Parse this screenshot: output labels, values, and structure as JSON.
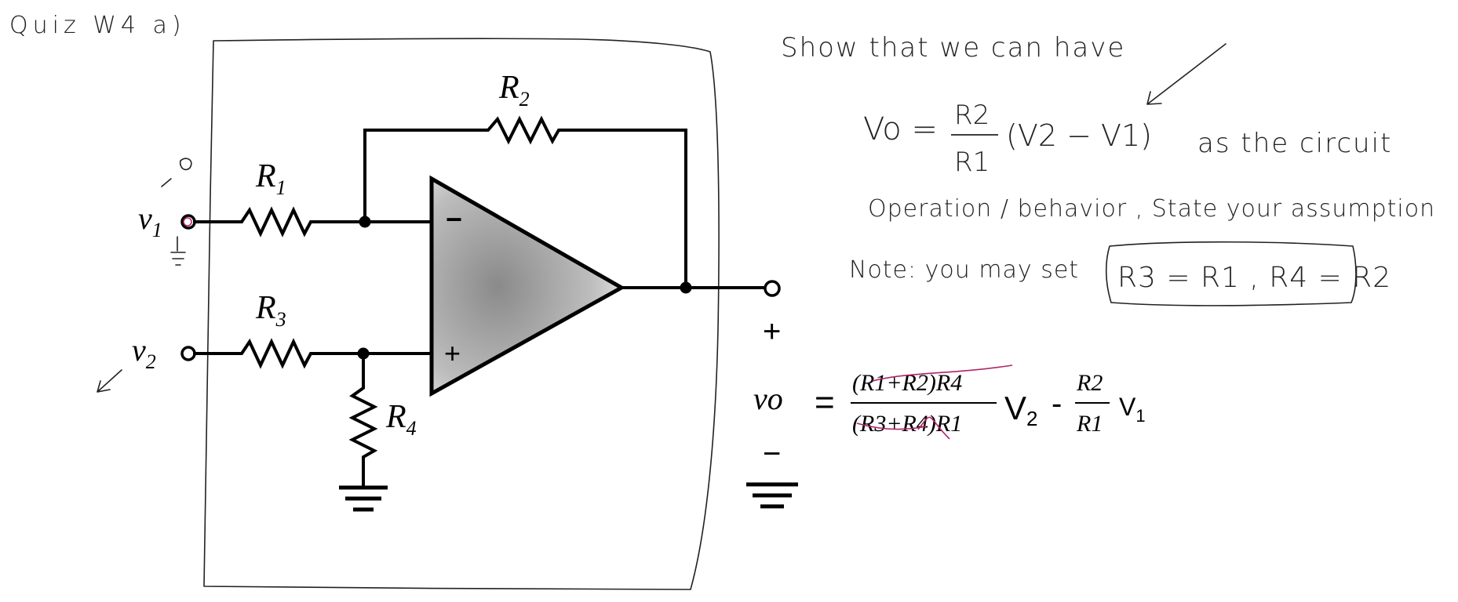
{
  "quiz_title": "Quiz W4 a)",
  "circuit": {
    "r1_label": "R",
    "r1_sub": "1",
    "r2_label": "R",
    "r2_sub": "2",
    "r3_label": "R",
    "r3_sub": "3",
    "r4_label": "R",
    "r4_sub": "4",
    "v1_label": "v",
    "v1_sub": "1",
    "v2_label": "v",
    "v2_sub": "2",
    "vo_label": "vo",
    "opamp_minus": "−",
    "opamp_plus": "+",
    "out_plus": "+",
    "out_minus": "−"
  },
  "notes": {
    "line1": "Show that we can have",
    "formula_lhs": "Vo =",
    "formula_num": "R2",
    "formula_den": "R1",
    "formula_paren": "(V2 − V1)",
    "line2_tail": "as the circuit",
    "line3": "Operation / behavior , State your assumption",
    "line4": "Note: you may set",
    "boxed": "R3 = R1 , R4 = R2"
  },
  "equation": {
    "equals": "=",
    "frac1_num": "(R1+R2)R4",
    "frac1_den": "(R3+R4)R1",
    "v2": "V",
    "v2_sub": "2",
    "minus": "-",
    "frac2_num": "R2",
    "frac2_den": "R1",
    "v1": "V",
    "v1_sub": "1"
  },
  "colors": {
    "ink": "#000000",
    "pencil": "#222222",
    "annotation": "#b0246a"
  }
}
